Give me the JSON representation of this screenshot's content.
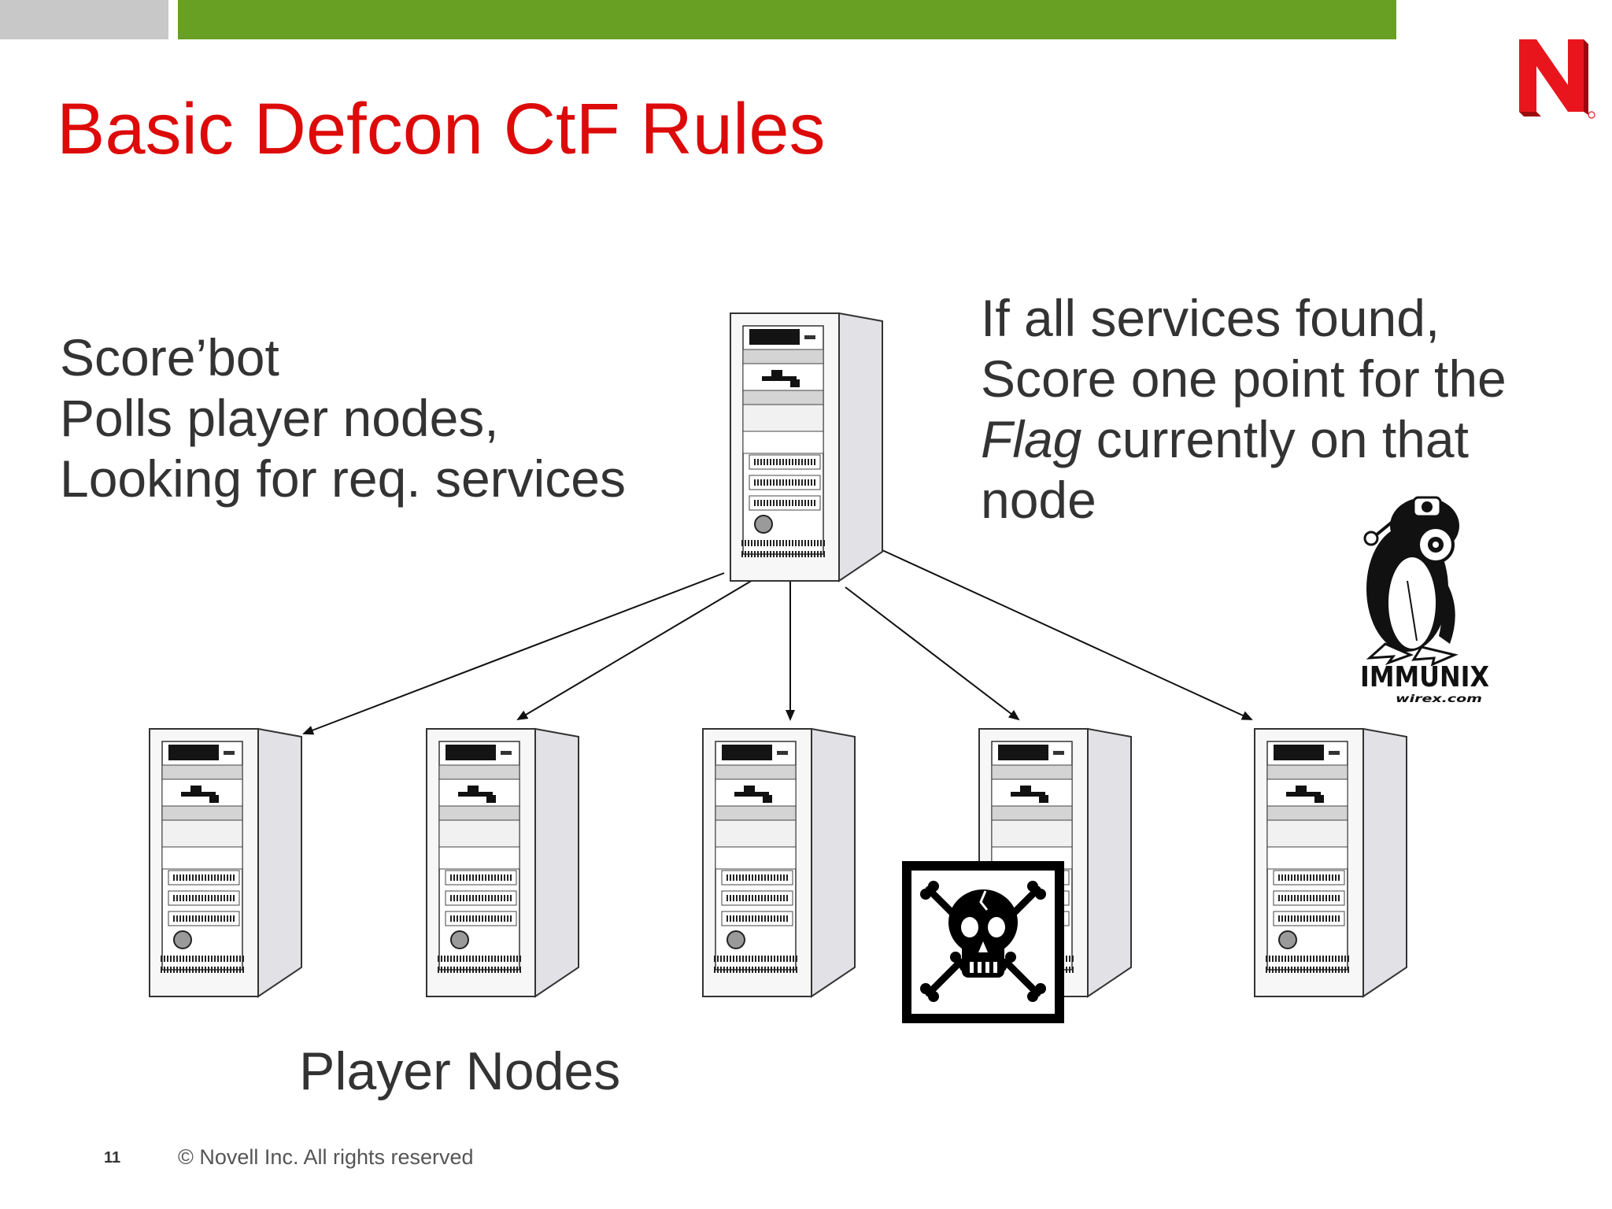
{
  "slide": {
    "title": "Basic Defcon CtF Rules",
    "left_text": [
      "Score’bot",
      "Polls player nodes,",
      "Looking for req. services"
    ],
    "right_text": {
      "line1": "If all services found,",
      "line2": "Score one point for the",
      "line3_italic": "Flag",
      "line3_rest": " currently on that",
      "line4": "node"
    },
    "player_label": "Player Nodes",
    "page_number": "11",
    "copyright": "©  Novell Inc.  All rights reserved",
    "logo_letter": "N",
    "immunix_label": "IMMUNIX",
    "immunix_url": "wirex.com"
  },
  "colors": {
    "title_red": "#dd0a0a",
    "top_bar_green": "#68a024",
    "top_bar_gray": "#c8c8c8",
    "logo_red": "#e8161c"
  },
  "icons": {
    "server": "server-tower-icon",
    "skull": "skull-crossbones-icon",
    "mascot": "immunix-penguin-icon",
    "logo": "novell-n-logo"
  }
}
